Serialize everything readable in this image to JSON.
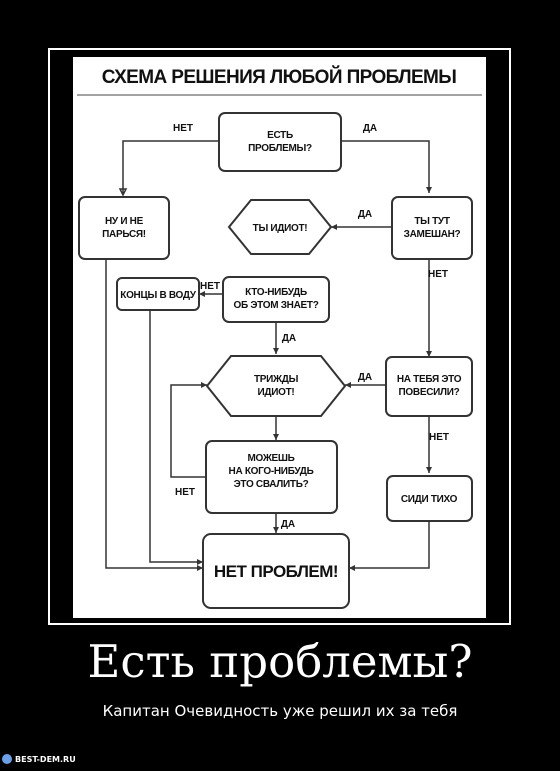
{
  "diagram": {
    "title": "СХЕМА РЕШЕНИЯ ЛЮБОЙ ПРОБЛЕМЫ",
    "nodes": {
      "problems": [
        "ЕСТЬ",
        "ПРОБЛЕМЫ?"
      ],
      "dont_worry": [
        "НУ И НЕ",
        "ПАРЬСЯ!"
      ],
      "idiot": [
        "ТЫ ИДИОТ!"
      ],
      "involved": [
        "ТЫ ТУТ",
        "ЗАМЕШАН?"
      ],
      "hide": [
        "КОНЦЫ В ВОДУ"
      ],
      "anyone_knows": [
        "КТО-НИБУДЬ",
        "ОБ ЭТОМ ЗНАЕТ?"
      ],
      "triple_idiot": [
        "ТРИЖДЫ",
        "ИДИОТ!"
      ],
      "blame_you": [
        "НА ТЕБЯ ЭТО",
        "ПОВЕСИЛИ?"
      ],
      "blame_someone": [
        "МОЖЕШЬ",
        "НА КОГО-НИБУДЬ",
        "ЭТО СВАЛИТЬ?"
      ],
      "sit_quiet": [
        "СИДИ ТИХО"
      ],
      "no_problem": [
        "НЕТ ПРОБЛЕМ!"
      ]
    },
    "edge_labels": {
      "no": "НЕТ",
      "yes": "ДА"
    }
  },
  "caption": "Есть проблемы?",
  "subcaption": "Капитан Очевидность уже решил их за тебя",
  "watermark": "BEST-DEM.RU"
}
